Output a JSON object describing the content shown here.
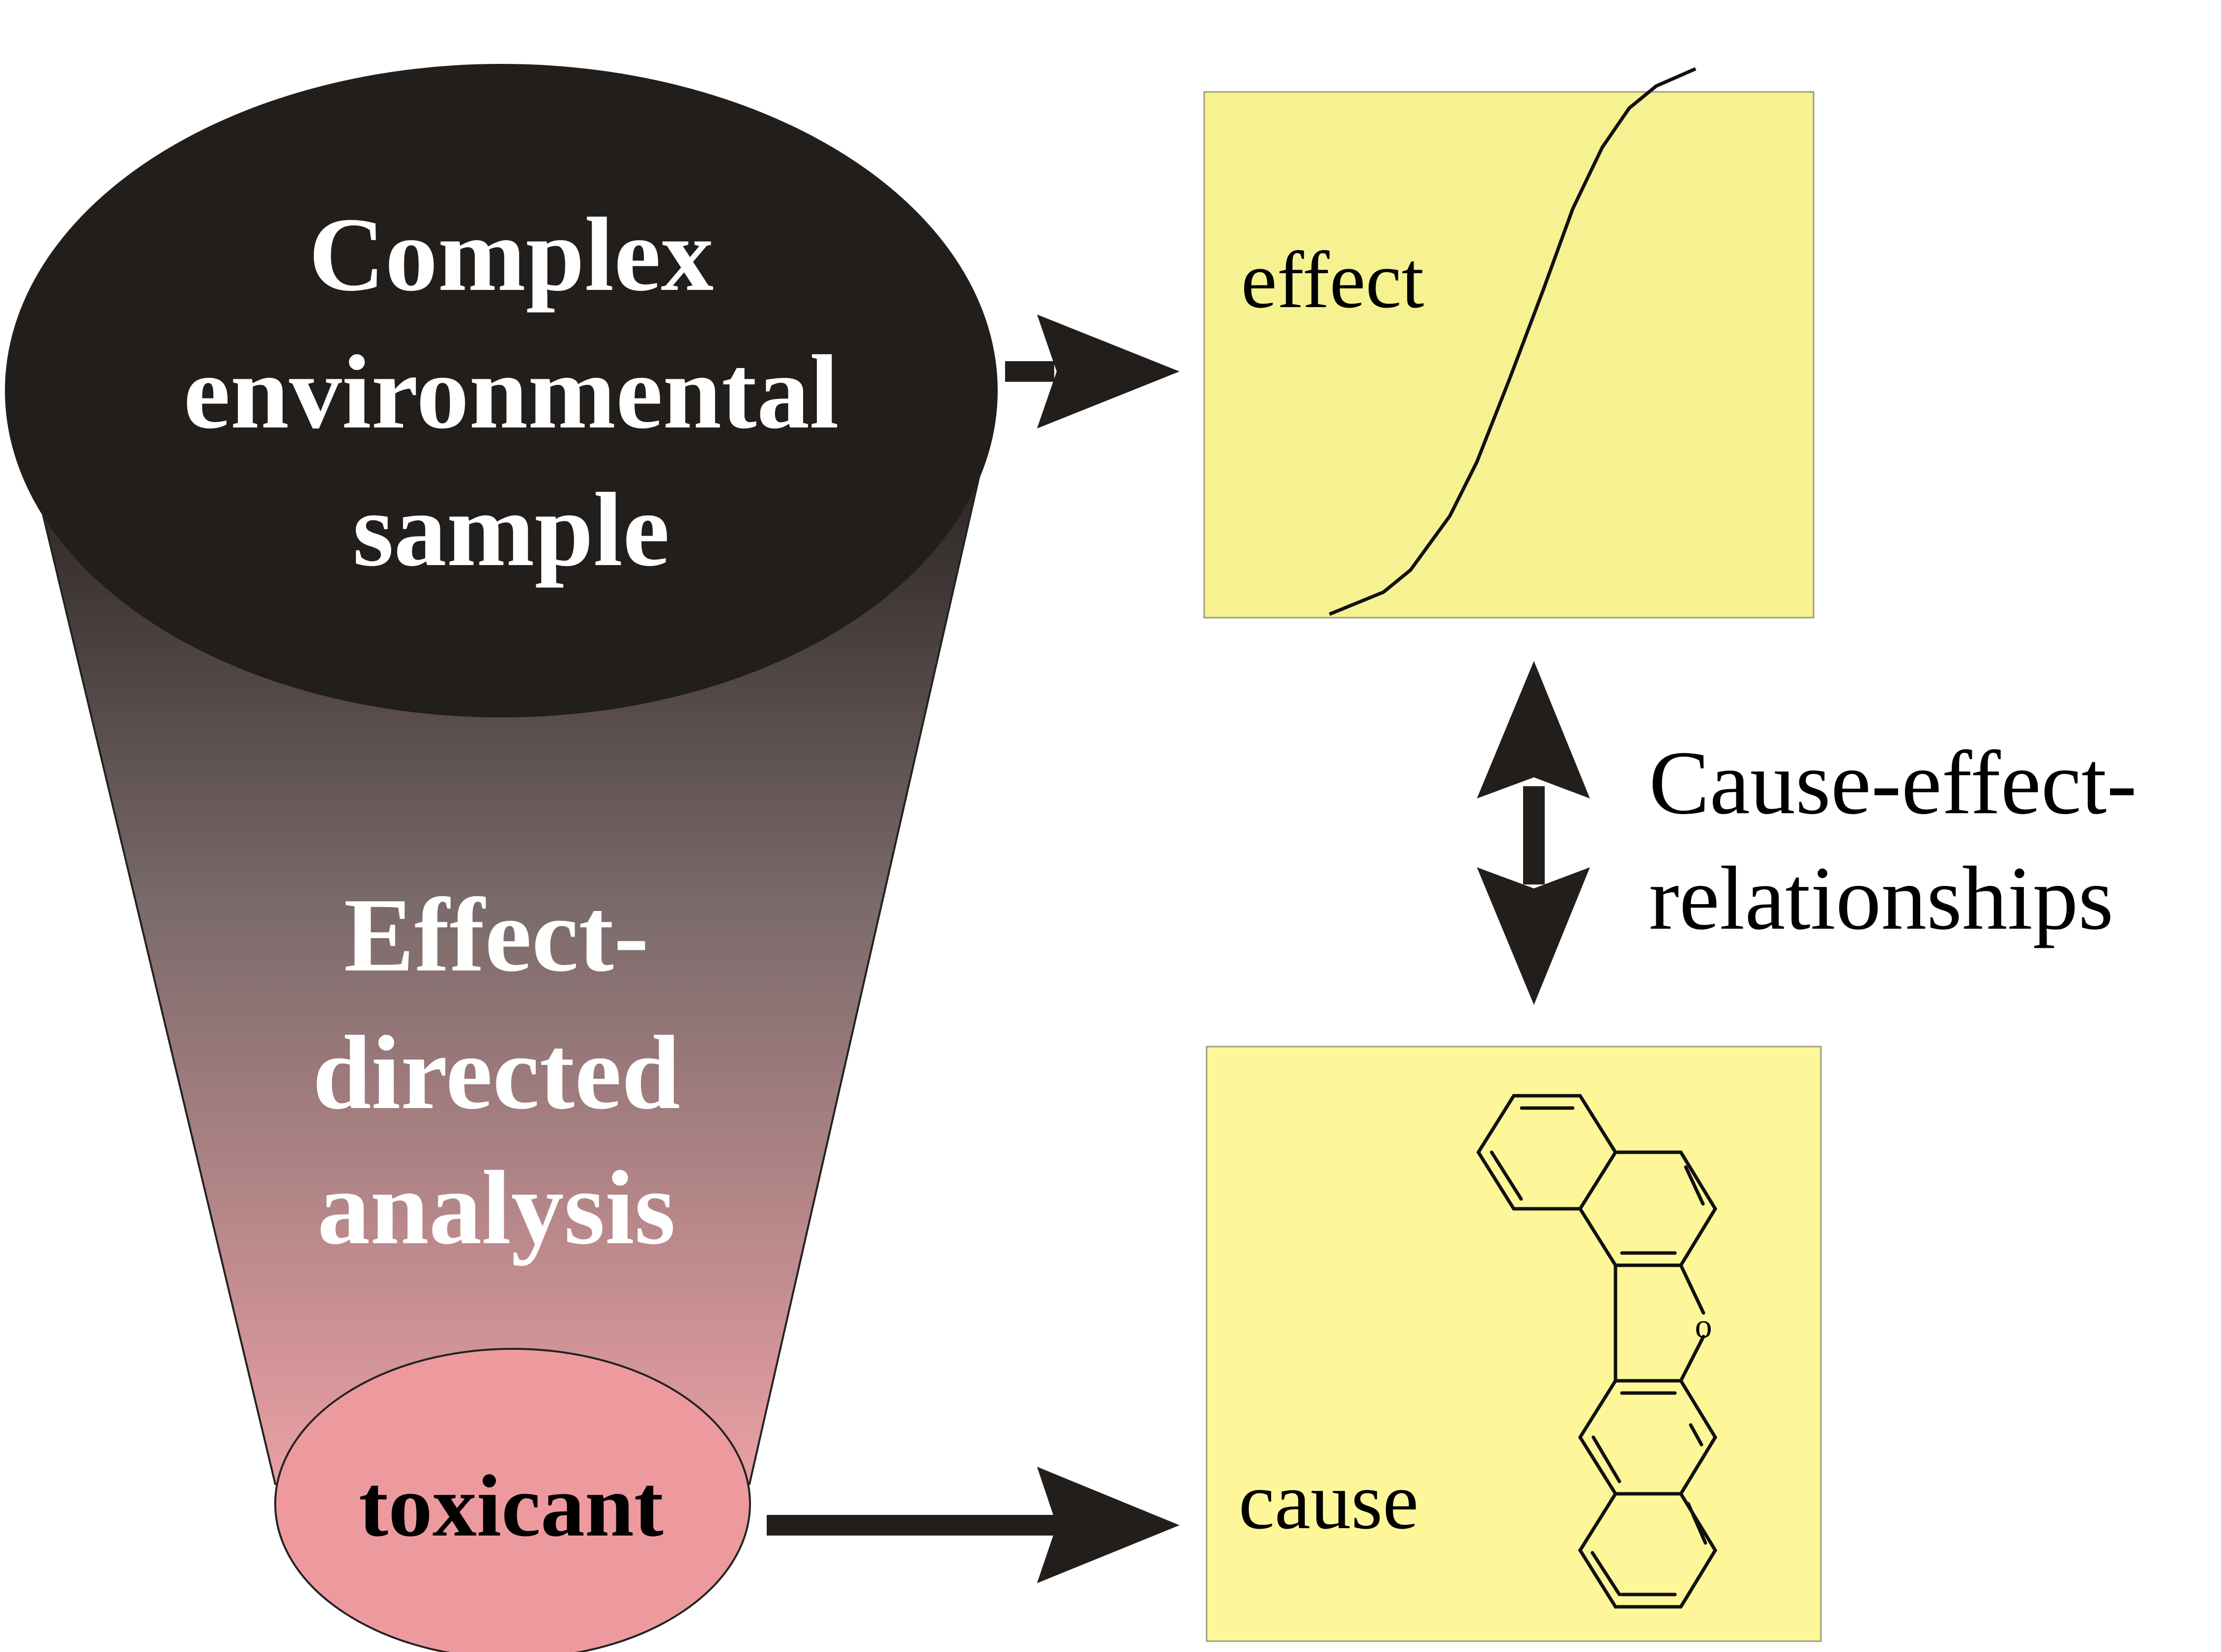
{
  "funnel": {
    "top_lines": [
      "Complex",
      "environmental",
      "sample"
    ],
    "middle_lines": [
      "Effect-",
      "directed",
      "analysis"
    ],
    "bottom_label": "toxicant"
  },
  "effect_box": {
    "label": "effect"
  },
  "cause_box": {
    "label": "cause",
    "structure_atom": "o"
  },
  "relationship": {
    "lines": [
      "Cause-effect-",
      "relationships"
    ]
  },
  "colors": {
    "ellipse_top": "#221e1c",
    "funnel_gradient_top": "#221e1c",
    "funnel_gradient_bottom": "#e89ca0",
    "ellipse_bottom": "#ed9a9f",
    "box_fill": "#fdf79a",
    "box_border": "#8a8a6a",
    "arrow": "#221e1c",
    "text_light": "#ffffff",
    "text_dark": "#000000"
  }
}
